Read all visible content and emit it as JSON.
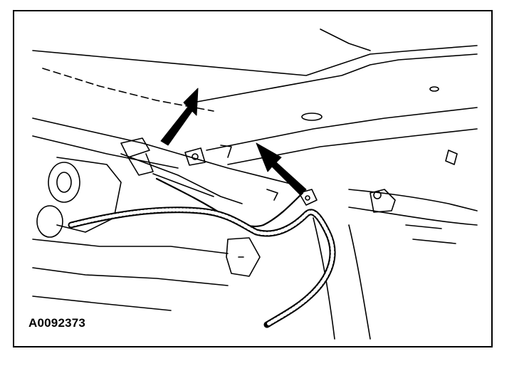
{
  "figure": {
    "id_label": "A0092373"
  },
  "colors": {
    "line": "#000000",
    "background": "#ffffff"
  },
  "callouts": [
    {
      "name": "arrow-left",
      "points_to": "harness-connector-clip"
    },
    {
      "name": "arrow-right",
      "points_to": "harness-ground-point"
    }
  ]
}
